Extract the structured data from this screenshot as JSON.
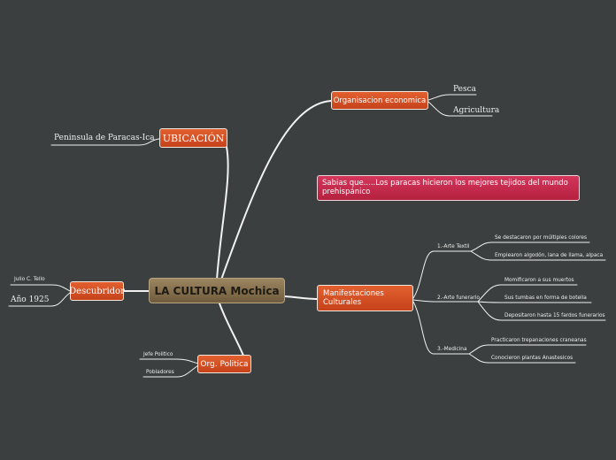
{
  "central": "LA CULTURA Mochica",
  "ubicacion": {
    "label": "UBICACIÓN",
    "children": [
      "Peninsula de Paracas-Ica"
    ]
  },
  "descubridor": {
    "label": "Descubridor",
    "children": [
      "Julio C. Tello",
      "Año 1925"
    ]
  },
  "org_politica": {
    "label": "Org. Politica",
    "children": [
      "Jefe Politico",
      "Pobladores"
    ]
  },
  "org_economica": {
    "label": "Organisacion economica",
    "children": [
      "Pesca",
      "Agricultura"
    ]
  },
  "sabias": "Sabias que.....Los paracas hicieron los mejores tejidos del mundo prehispánico",
  "manifestaciones": {
    "label": "Manifestaciones Culturales",
    "arte_textil": {
      "label": "1.-Arte Textil",
      "children": [
        "Se destacaron por múltiples colores",
        "Emplearon algodón, lana de llama, alpaca"
      ]
    },
    "arte_funerario": {
      "label": "2.-Arte funerario",
      "children": [
        "Momificaron a sus muertos",
        "Sus tumbas en forma de botella",
        "Depositaron hasta 15 fardos funerarios"
      ]
    },
    "medicina": {
      "label": "3.-Medicina",
      "children": [
        "Practicaron trepanaciones craneanas",
        "Conocieron plantas Anastesicos"
      ]
    }
  },
  "colors": {
    "background": "#3b3f3f",
    "branch": "#e2602f",
    "central": "#8a7350",
    "note": "#c52a4d",
    "line": "#f2f2f2"
  }
}
